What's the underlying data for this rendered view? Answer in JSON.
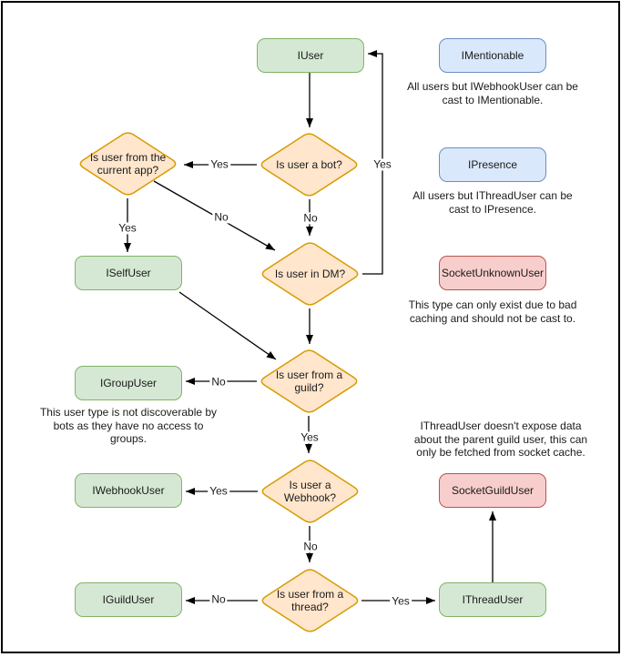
{
  "palette": {
    "green_fill": "#d5e8d4",
    "green_stroke": "#82b366",
    "blue_fill": "#dae8fc",
    "blue_stroke": "#6c8ebf",
    "red_fill": "#f8cecc",
    "red_stroke": "#b85450",
    "orange_fill": "#ffe6cc",
    "orange_stroke": "#d79b00",
    "line": "#000000"
  },
  "labels": {
    "yes": "Yes",
    "no": "No"
  },
  "nodes": {
    "iuser": {
      "label": "IUser"
    },
    "imentionable": {
      "label": "IMentionable"
    },
    "ipresence": {
      "label": "IPresence"
    },
    "socket_unknown_user": {
      "label": "SocketUnknownUser"
    },
    "iself_user": {
      "label": "ISelfUser"
    },
    "igroup_user": {
      "label": "IGroupUser"
    },
    "iwebhook_user": {
      "label": "IWebhookUser"
    },
    "iguild_user": {
      "label": "IGuildUser"
    },
    "socket_guild_user": {
      "label": "SocketGuildUser"
    },
    "ithread_user": {
      "label": "IThreadUser"
    }
  },
  "decisions": {
    "is_bot": {
      "label": "Is user a bot?"
    },
    "is_current_app": {
      "label": "Is user from the\ncurrent app?"
    },
    "is_dm": {
      "label": "Is user in DM?"
    },
    "is_guild": {
      "label": "Is user from a\nguild?"
    },
    "is_webhook": {
      "label": "Is user a\nWebhook?"
    },
    "is_thread": {
      "label": "Is user from a\nthread?"
    }
  },
  "notes": {
    "mentionable": "All users but IWebhookUser can be\ncast to IMentionable.",
    "presence": "All users but IThreadUser can be\ncast to IPresence.",
    "unknown_user": "This type can only exist due to bad\ncaching and should not be cast to.",
    "group_user": "This user type is not discoverable by\nbots as they have no access to\ngroups.",
    "thread_user": "IThreadUser doesn't expose data\nabout the parent guild user, this can\nonly be fetched from socket cache."
  }
}
